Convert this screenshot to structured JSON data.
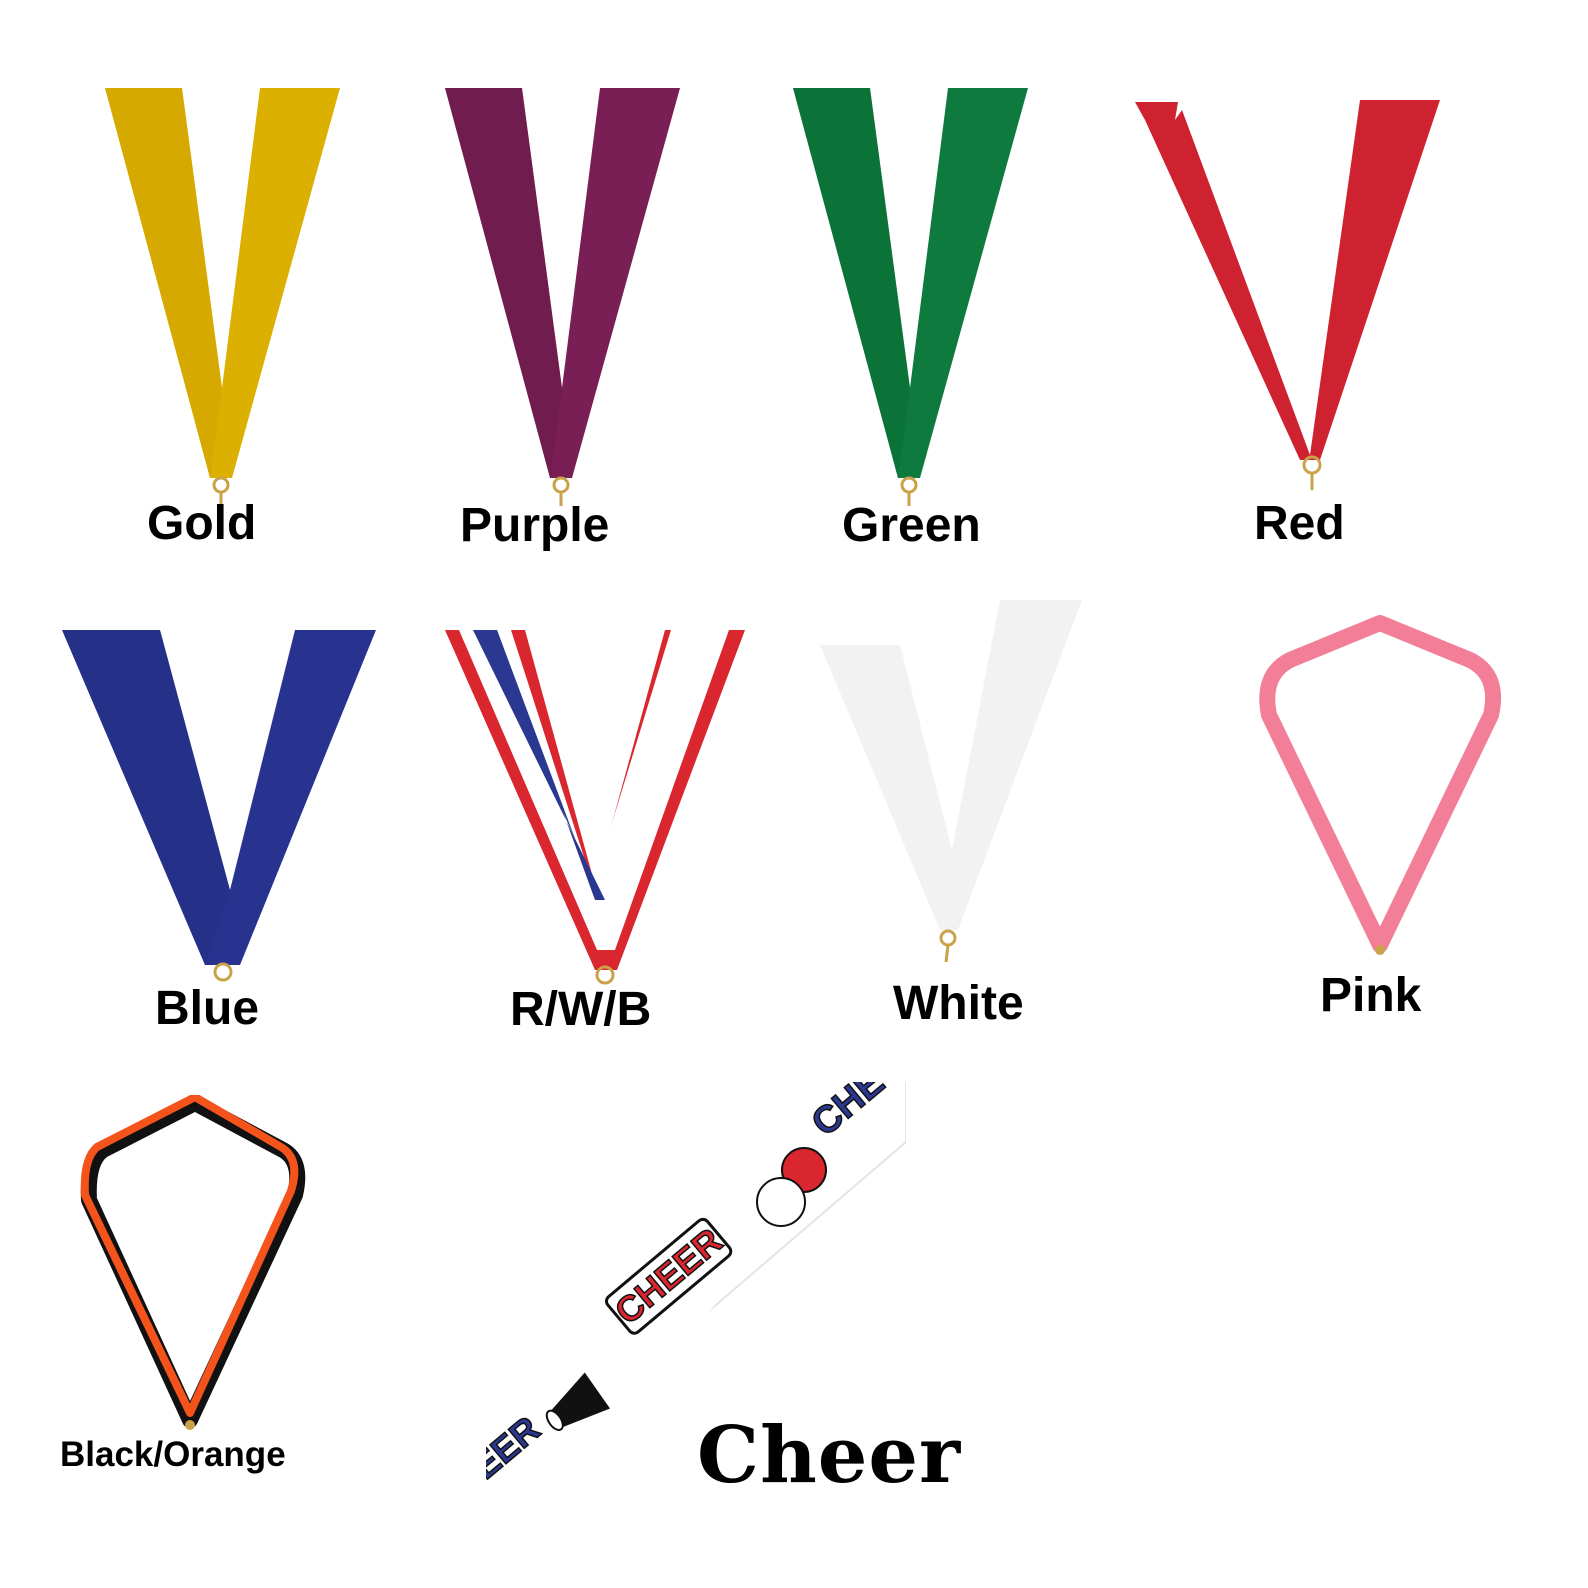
{
  "ribbons": [
    {
      "label": "Gold",
      "color": "#dcb000"
    },
    {
      "label": "Purple",
      "color": "#7a1f55"
    },
    {
      "label": "Green",
      "color": "#0e7a3d"
    },
    {
      "label": "Red",
      "color": "#cf2230"
    },
    {
      "label": "Blue",
      "color": "#28338f"
    },
    {
      "label": "R/W/B",
      "colors": [
        "#d9262f",
        "#ffffff",
        "#2a3891"
      ]
    },
    {
      "label": "White",
      "color": "#f2f2f2"
    },
    {
      "label": "Pink",
      "color": "#f27e97"
    },
    {
      "label": "Black/Orange",
      "colors": [
        "#111111",
        "#f5531c"
      ]
    },
    {
      "label": "Cheer",
      "pattern_text": "CHEER",
      "pattern_colors": [
        "#d9262f",
        "#2a3891"
      ],
      "icons": [
        "pom-pom-icon",
        "megaphone-icon"
      ]
    }
  ],
  "hook_color": "#c9a24a"
}
